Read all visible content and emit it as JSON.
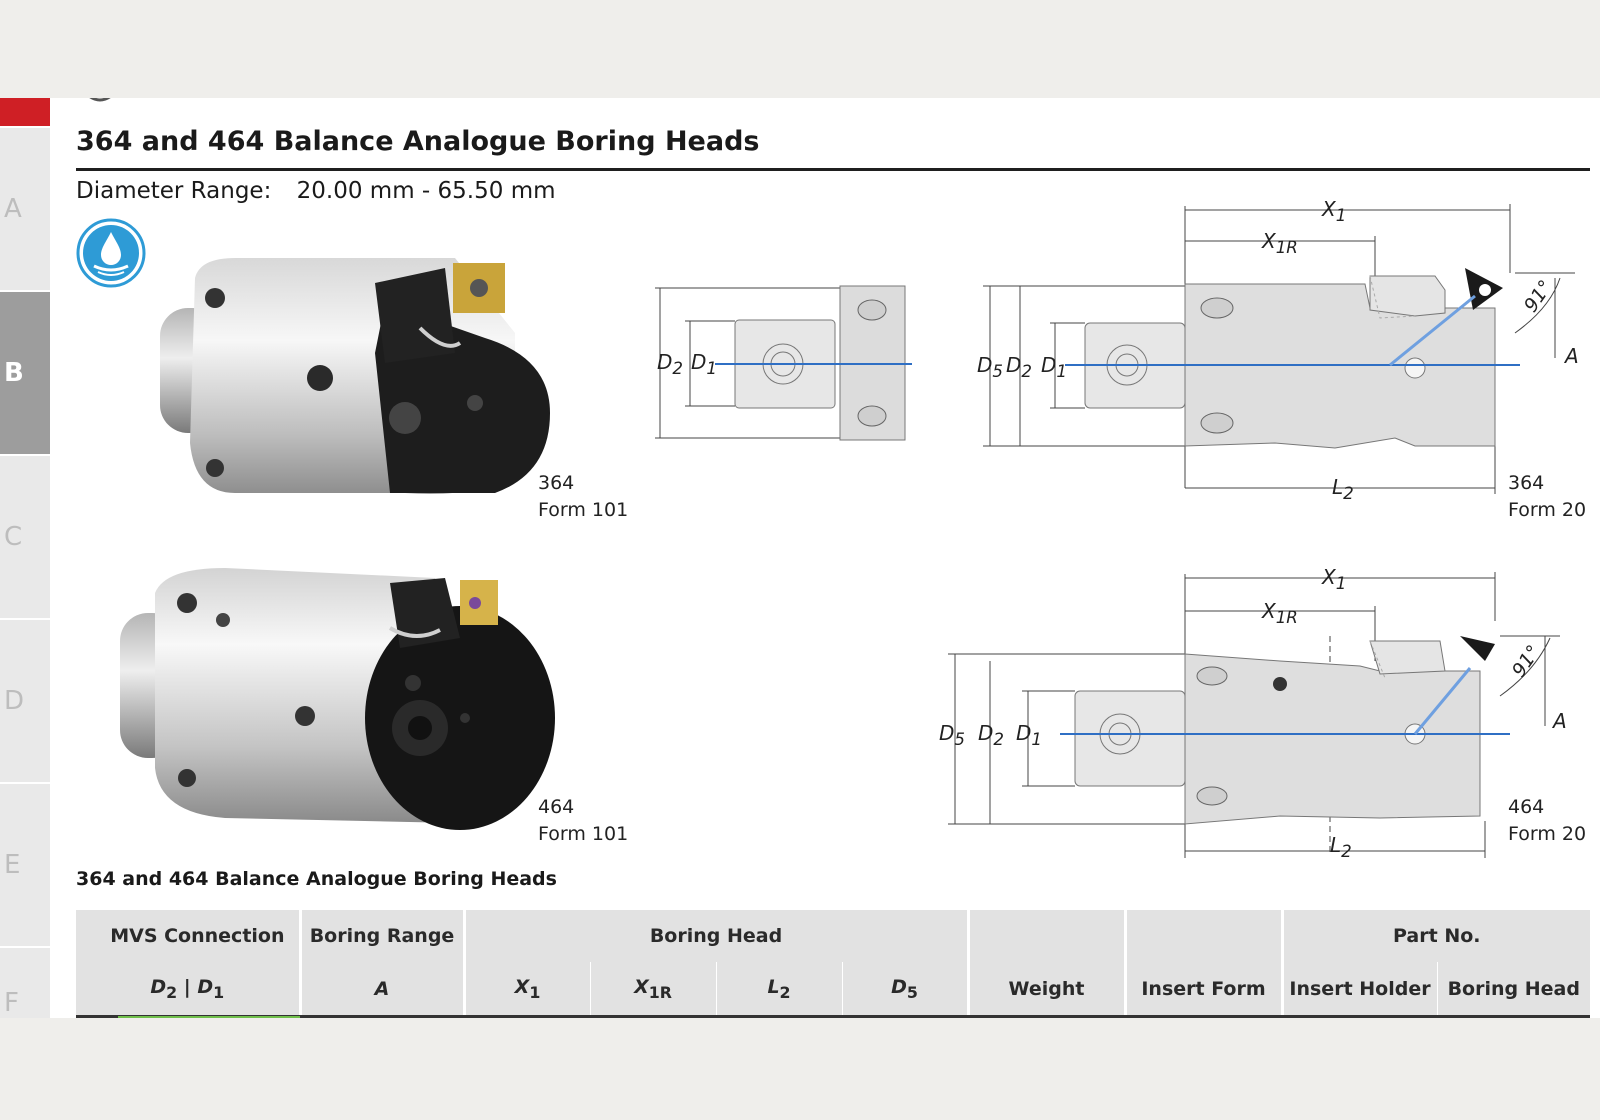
{
  "side_tabs": [
    "A",
    "B",
    "C",
    "D",
    "E",
    "F"
  ],
  "active_tab": "B",
  "title": "364 and 464 Balance Analogue Boring Heads",
  "diameter_range": {
    "label": "Diameter Range:",
    "value": "20.00 mm - 65.50 mm"
  },
  "icons": {
    "coolant": "coolant-drop-icon",
    "logo": "brand-logo"
  },
  "colors": {
    "red_tab": "#cf1f25",
    "active_tab": "#9d9d9d",
    "coolant_blue": "#2e9bd6",
    "axis_blue": "#2f6fc4"
  },
  "products": [
    {
      "model": "364",
      "form": "Form 101"
    },
    {
      "model": "464",
      "form": "Form 101"
    }
  ],
  "drawings": {
    "form101_364": {
      "D2": "D",
      "D2_sub": "2",
      "D1": "D",
      "D1_sub": "1"
    },
    "form20_364": {
      "model": "364",
      "form": "Form 20",
      "X1": "X",
      "X1_sub": "1",
      "X1R": "X",
      "X1R_sub": "1R",
      "L2": "L",
      "L2_sub": "2",
      "D5": "D",
      "D5_sub": "5",
      "D2": "D",
      "D2_sub": "2",
      "D1": "D",
      "D1_sub": "1",
      "angle": "91°",
      "A": "A"
    },
    "form20_464": {
      "model": "464",
      "form": "Form 20",
      "X1": "X",
      "X1_sub": "1",
      "X1R": "X",
      "X1R_sub": "1R",
      "L2": "L",
      "L2_sub": "2",
      "D5": "D",
      "D5_sub": "5",
      "D2": "D",
      "D2_sub": "2",
      "D1": "D",
      "D1_sub": "1",
      "angle": "91°",
      "A": "A"
    }
  },
  "table": {
    "caption": "364 and 464 Balance Analogue Boring Heads",
    "group_headers": {
      "mvs": "MVS Connection",
      "range": "Boring Range",
      "head": "Boring Head",
      "part": "Part No."
    },
    "sub_headers": {
      "d2d1": "D",
      "d2_sub": "2",
      "sep": " | ",
      "d1_sub": "1",
      "a": "A",
      "x1": "X",
      "x1_sub": "1",
      "x1r": "X",
      "x1r_sub": "1R",
      "l2": "L",
      "l2_sub": "2",
      "d5": "D",
      "d5_sub": "5",
      "weight": "Weight",
      "insert_form": "Insert Form",
      "insert_holder": "Insert Holder",
      "boring_head": "Boring Head"
    }
  }
}
